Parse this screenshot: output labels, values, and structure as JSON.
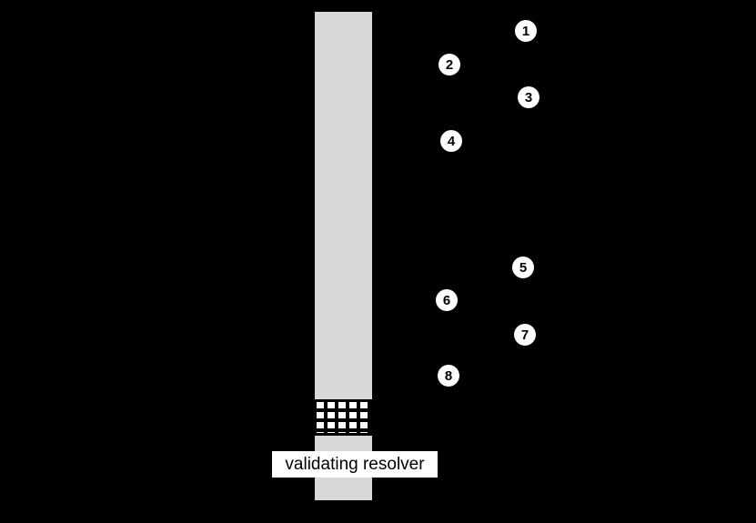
{
  "colors": {
    "canvas_bg": "#000000",
    "bar_fill": "#d8d8d8",
    "label_bg": "#ffffff",
    "label_fg": "#000000",
    "circle_fill": "#ffffff",
    "circle_fg": "#000000",
    "grid_square": "#ffffff"
  },
  "diagram": {
    "lifeline_label": "validating resolver",
    "cache_grid_icon": "grid-pattern",
    "steps": [
      {
        "n": "1"
      },
      {
        "n": "2"
      },
      {
        "n": "3"
      },
      {
        "n": "4"
      },
      {
        "n": "5"
      },
      {
        "n": "6"
      },
      {
        "n": "7"
      },
      {
        "n": "8"
      }
    ]
  }
}
